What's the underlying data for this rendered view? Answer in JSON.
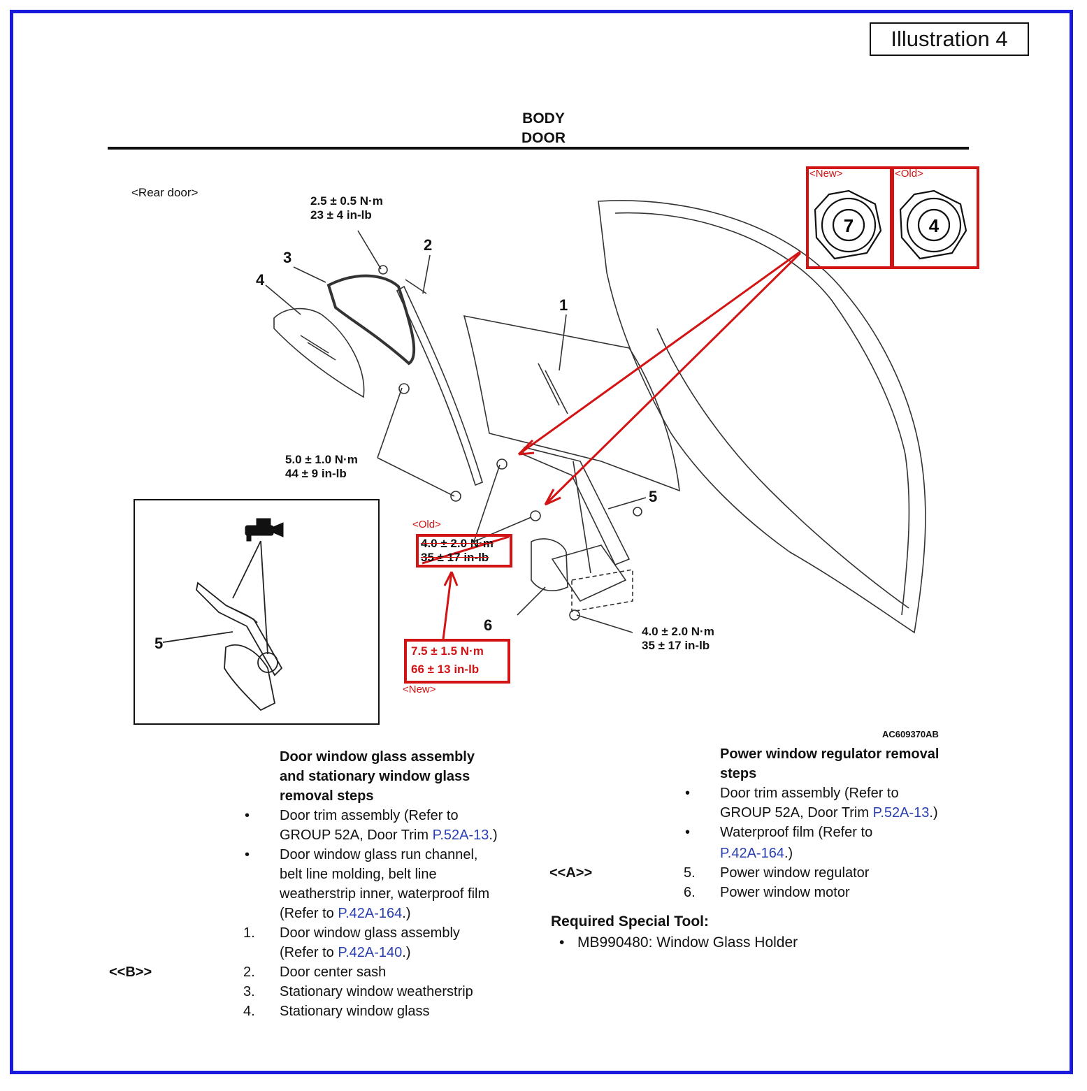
{
  "illustration_label": "Illustration 4",
  "header": {
    "line1": "BODY",
    "line2": "DOOR"
  },
  "diagram": {
    "view_label": "<Rear door>",
    "torque_top": [
      "2.5 ± 0.5 N·m",
      "23 ± 4 in-lb"
    ],
    "torque_mid": [
      "5.0 ± 1.0 N·m",
      "44 ± 9 in-lb"
    ],
    "torque_bottom_right": [
      "4.0 ± 2.0 N·m",
      "35 ± 17 in-lb"
    ],
    "old_torque": [
      "4.0 ± 2.0 N·m",
      "35 ± 17 in-lb"
    ],
    "new_torque": [
      "7.5 ± 1.5 N·m",
      "66 ± 13 in-lb"
    ],
    "tag_new": "<New>",
    "tag_old": "<Old>",
    "bolt_new_mark": "7",
    "bolt_old_mark": "4",
    "callouts": [
      "1",
      "2",
      "3",
      "4",
      "5",
      "6"
    ],
    "inset_callout": "5",
    "figure_code": "AC609370AB",
    "accent_red": "#d21414",
    "frame_blue": "#1a1adc"
  },
  "left_section": {
    "title": [
      "Door window glass assembly",
      "and stationary window glass",
      "removal steps"
    ],
    "bullet_glyph": "•",
    "b1": {
      "lines": [
        "Door trim assembly (Refer to",
        "GROUP 52A, Door Trim "
      ],
      "link": "P.52A-13",
      "end": ".)"
    },
    "b2": {
      "lines": [
        "Door window glass run channel,",
        "belt line molding, belt line",
        "weatherstrip inner, waterproof film",
        "(Refer to "
      ],
      "link": "P.42A-164",
      "end": ".)"
    },
    "s1": {
      "num": "1.",
      "lines": [
        "Door window glass assembly",
        "(Refer to "
      ],
      "link": "P.42A-140",
      "end": ".)"
    },
    "s2": {
      "num": "2.",
      "text": "Door center sash",
      "marker": "<<B>>"
    },
    "s3": {
      "num": "3.",
      "text": "Stationary window weatherstrip"
    },
    "s4": {
      "num": "4.",
      "text": "Stationary window glass"
    }
  },
  "right_section": {
    "title": [
      "Power window regulator removal",
      "steps"
    ],
    "b1": {
      "lines": [
        "Door trim assembly (Refer to",
        "GROUP 52A, Door Trim "
      ],
      "link": "P.52A-13",
      "end": ".)"
    },
    "b2": {
      "lines": [
        "Waterproof film (Refer to"
      ],
      "link": "P.42A-164",
      "end": ".)"
    },
    "s5": {
      "num": "5.",
      "text": "Power window regulator",
      "marker": "<<A>>"
    },
    "s6": {
      "num": "6.",
      "text": "Power window motor"
    },
    "tool_heading": "Required Special Tool:",
    "tool_item": "MB990480: Window Glass Holder"
  }
}
